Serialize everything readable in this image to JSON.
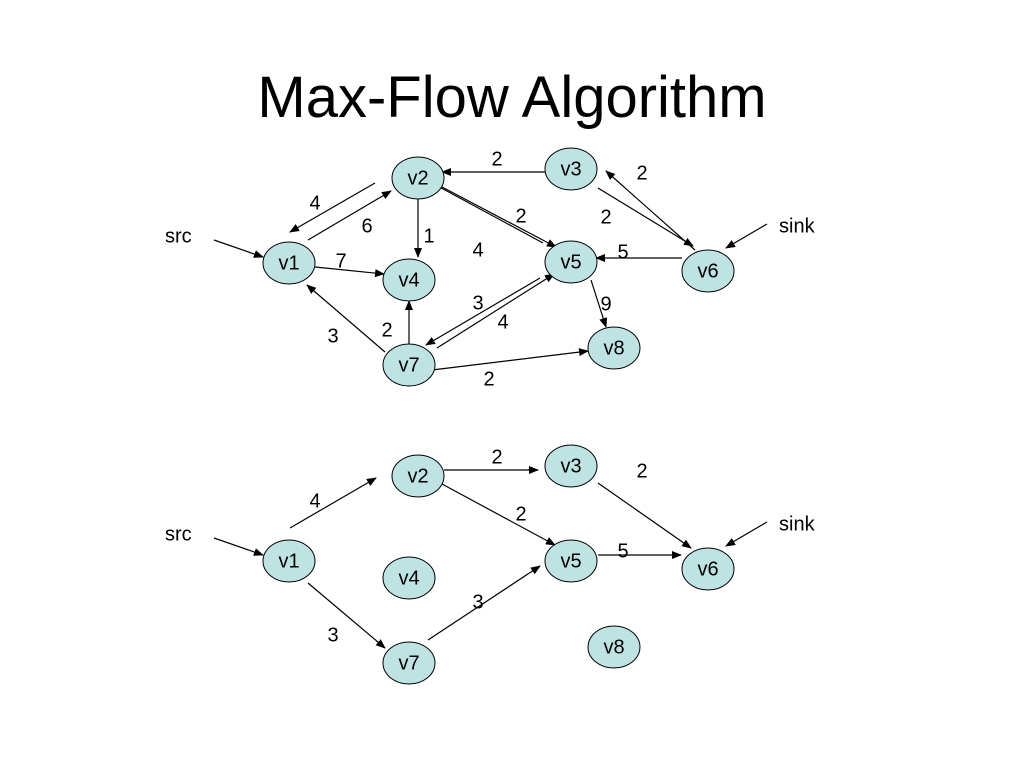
{
  "title": "Max-Flow Algorithm",
  "colors": {
    "node_fill": "#bfe3e3",
    "stroke": "#000000"
  },
  "graphs": [
    {
      "id": "residual",
      "nodes": [
        {
          "id": "v1",
          "label": "v1"
        },
        {
          "id": "v2",
          "label": "v2"
        },
        {
          "id": "v3",
          "label": "v3"
        },
        {
          "id": "v4",
          "label": "v4"
        },
        {
          "id": "v5",
          "label": "v5"
        },
        {
          "id": "v6",
          "label": "v6"
        },
        {
          "id": "v7",
          "label": "v7"
        },
        {
          "id": "v8",
          "label": "v8"
        }
      ],
      "terminals": [
        {
          "label": "src",
          "node": "v1"
        },
        {
          "label": "sink",
          "node": "v6"
        }
      ],
      "edges": [
        {
          "from": "v2",
          "to": "v1",
          "label": "4"
        },
        {
          "from": "v1",
          "to": "v2",
          "label": "6"
        },
        {
          "from": "v1",
          "to": "v4",
          "label": "7"
        },
        {
          "from": "v2",
          "to": "v4",
          "label": "1"
        },
        {
          "from": "v3",
          "to": "v2",
          "label": "2"
        },
        {
          "from": "v5",
          "to": "v2",
          "label": "2"
        },
        {
          "from": "v2",
          "to": "v5",
          "label": "4"
        },
        {
          "from": "v6",
          "to": "v3",
          "label": "2"
        },
        {
          "from": "v3",
          "to": "v6",
          "label": "2"
        },
        {
          "from": "v6",
          "to": "v5",
          "label": "5"
        },
        {
          "from": "v5",
          "to": "v8",
          "label": "9"
        },
        {
          "from": "v7",
          "to": "v5",
          "label": "3"
        },
        {
          "from": "v5",
          "to": "v7",
          "label": "4"
        },
        {
          "from": "v7",
          "to": "v4",
          "label": "2"
        },
        {
          "from": "v7",
          "to": "v1",
          "label": "3"
        },
        {
          "from": "v7",
          "to": "v8",
          "label": "2"
        }
      ]
    },
    {
      "id": "flow",
      "nodes": [
        {
          "id": "v1",
          "label": "v1"
        },
        {
          "id": "v2",
          "label": "v2"
        },
        {
          "id": "v3",
          "label": "v3"
        },
        {
          "id": "v4",
          "label": "v4"
        },
        {
          "id": "v5",
          "label": "v5"
        },
        {
          "id": "v6",
          "label": "v6"
        },
        {
          "id": "v7",
          "label": "v7"
        },
        {
          "id": "v8",
          "label": "v8"
        }
      ],
      "terminals": [
        {
          "label": "src",
          "node": "v1"
        },
        {
          "label": "sink",
          "node": "v6"
        }
      ],
      "edges": [
        {
          "from": "v1",
          "to": "v2",
          "label": "4"
        },
        {
          "from": "v2",
          "to": "v3",
          "label": "2"
        },
        {
          "from": "v3",
          "to": "v6",
          "label": "2"
        },
        {
          "from": "v2",
          "to": "v5",
          "label": "2"
        },
        {
          "from": "v5",
          "to": "v6",
          "label": "5"
        },
        {
          "from": "v1",
          "to": "v7",
          "label": "3"
        },
        {
          "from": "v7",
          "to": "v5",
          "label": "3"
        }
      ]
    }
  ]
}
